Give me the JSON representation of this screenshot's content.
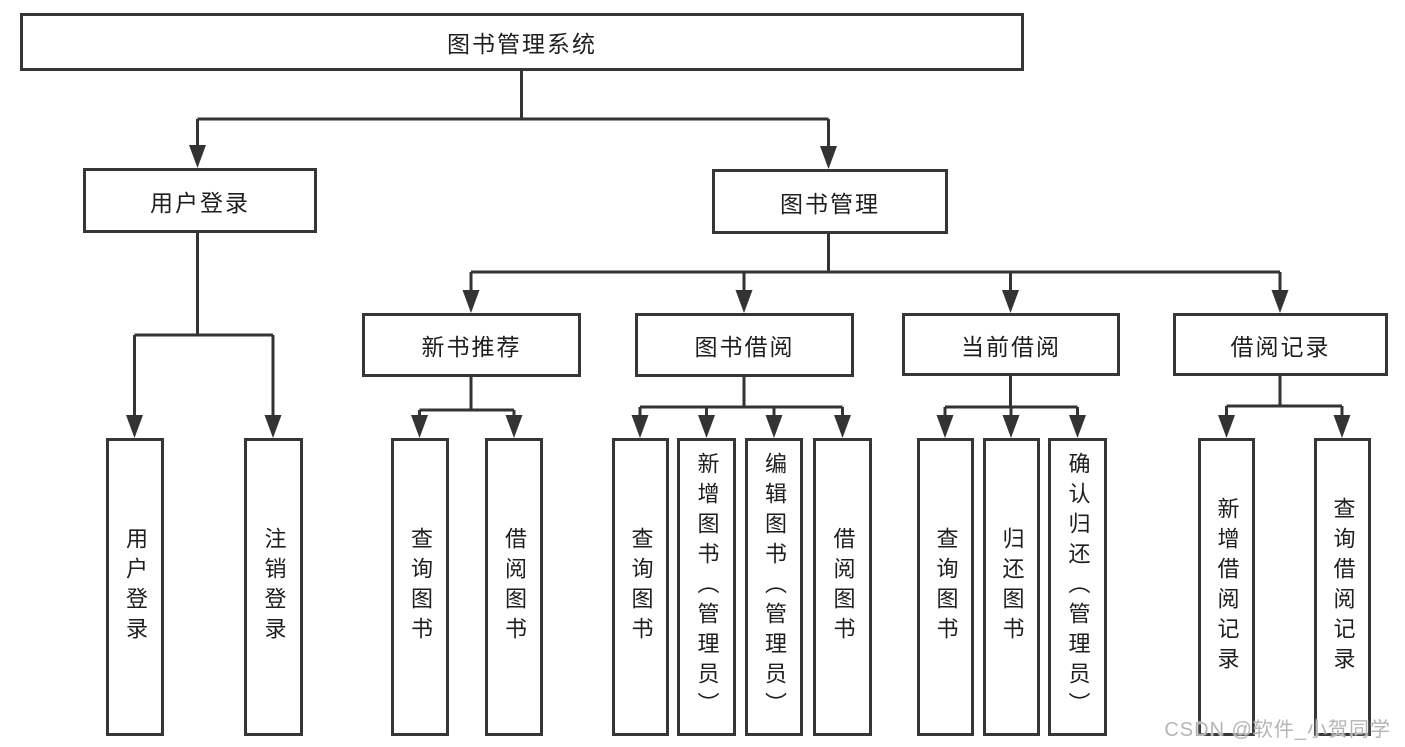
{
  "tree": {
    "label": "图书管理系统",
    "children": [
      {
        "label": "用户登录",
        "children": [
          {
            "label": "用户登录"
          },
          {
            "label": "注销登录"
          }
        ]
      },
      {
        "label": "图书管理",
        "children": [
          {
            "label": "新书推荐",
            "children": [
              {
                "label": "查询图书"
              },
              {
                "label": "借阅图书"
              }
            ]
          },
          {
            "label": "图书借阅",
            "children": [
              {
                "label": "查询图书"
              },
              {
                "label": "新增图书（管理员）"
              },
              {
                "label": "编辑图书（管理员）"
              },
              {
                "label": "借阅图书"
              }
            ]
          },
          {
            "label": "当前借阅",
            "children": [
              {
                "label": "查询图书"
              },
              {
                "label": "归还图书"
              },
              {
                "label": "确认归还（管理员）"
              }
            ]
          },
          {
            "label": "借阅记录",
            "children": [
              {
                "label": "新增借阅记录"
              },
              {
                "label": "查询借阅记录"
              }
            ]
          }
        ]
      }
    ]
  },
  "watermark": {
    "text": "CSDN @软件_小贺同学"
  },
  "colors": {
    "line": "#333333",
    "border": "#363636",
    "text": "#1e1e1e",
    "background": "#ffffff",
    "watermark": "#b5b5b5"
  }
}
